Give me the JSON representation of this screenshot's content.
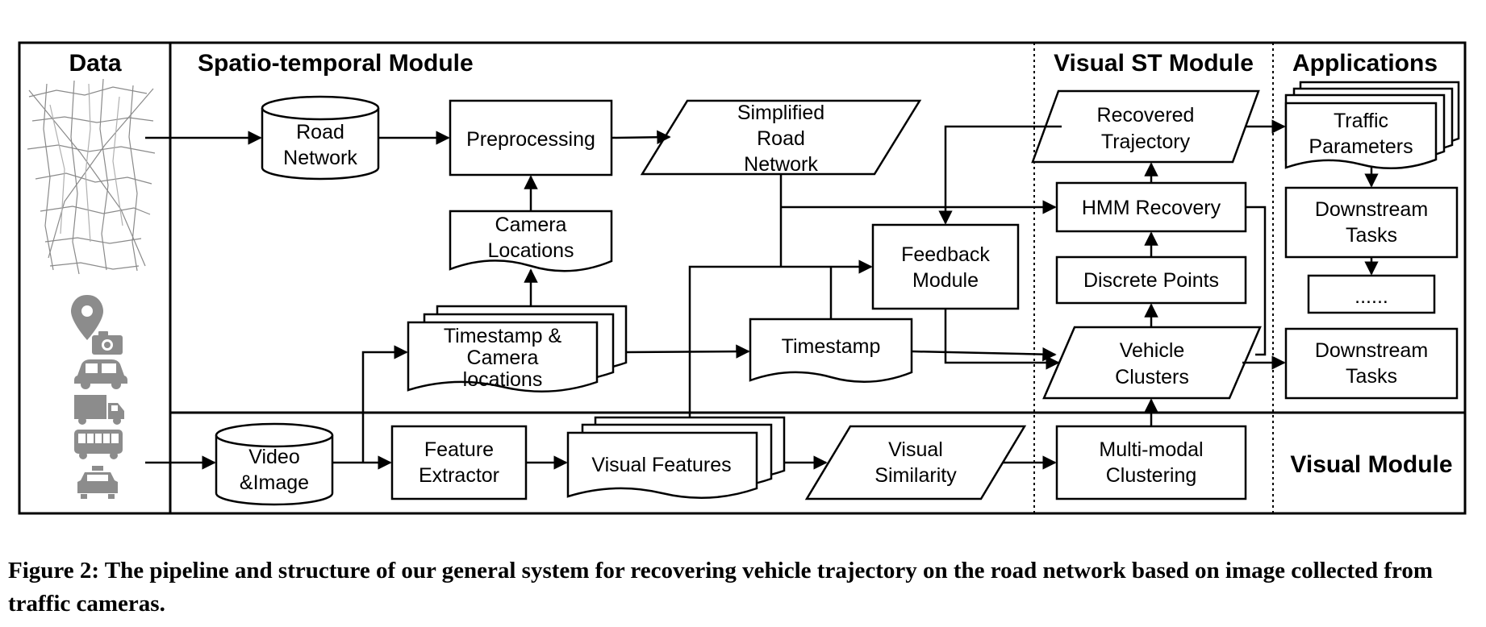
{
  "sections": {
    "data": "Data",
    "spatio_temporal": "Spatio-temporal Module",
    "visual_st": "Visual ST Module",
    "applications": "Applications",
    "visual_module": "Visual Module"
  },
  "nodes": {
    "road_network": [
      "Road",
      "Network"
    ],
    "preprocessing": [
      "Preprocessing"
    ],
    "simplified_road_network": [
      "Simplified",
      "Road",
      "Network"
    ],
    "camera_locations": [
      "Camera",
      "Locations"
    ],
    "timestamp_camera_locations": [
      "Timestamp &",
      "Camera",
      "locations"
    ],
    "timestamp": [
      "Timestamp"
    ],
    "feedback_module": [
      "Feedback",
      "Module"
    ],
    "recovered_trajectory": [
      "Recovered",
      "Trajectory"
    ],
    "hmm_recovery": [
      "HMM Recovery"
    ],
    "discrete_points": [
      "Discrete Points"
    ],
    "vehicle_clusters": [
      "Vehicle",
      "Clusters"
    ],
    "traffic_parameters": [
      "Traffic",
      "Parameters"
    ],
    "downstream_tasks_1": [
      "Downstream",
      "Tasks"
    ],
    "ellipsis": [
      "......"
    ],
    "downstream_tasks_2": [
      "Downstream",
      "Tasks"
    ],
    "video_image": [
      "Video",
      "&Image"
    ],
    "feature_extractor": [
      "Feature",
      "Extractor"
    ],
    "visual_features": [
      "Visual Features"
    ],
    "visual_similarity": [
      "Visual",
      "Similarity"
    ],
    "multimodal_clustering": [
      "Multi-modal",
      "Clustering"
    ]
  },
  "icons": [
    "road-map-icon",
    "location-camera-icon",
    "car-icon",
    "truck-icon",
    "bus-icon",
    "taxi-icon"
  ],
  "caption": "Figure 2: The pipeline and structure of our general system for recovering vehicle trajectory on the road network based on image collected from traffic cameras."
}
